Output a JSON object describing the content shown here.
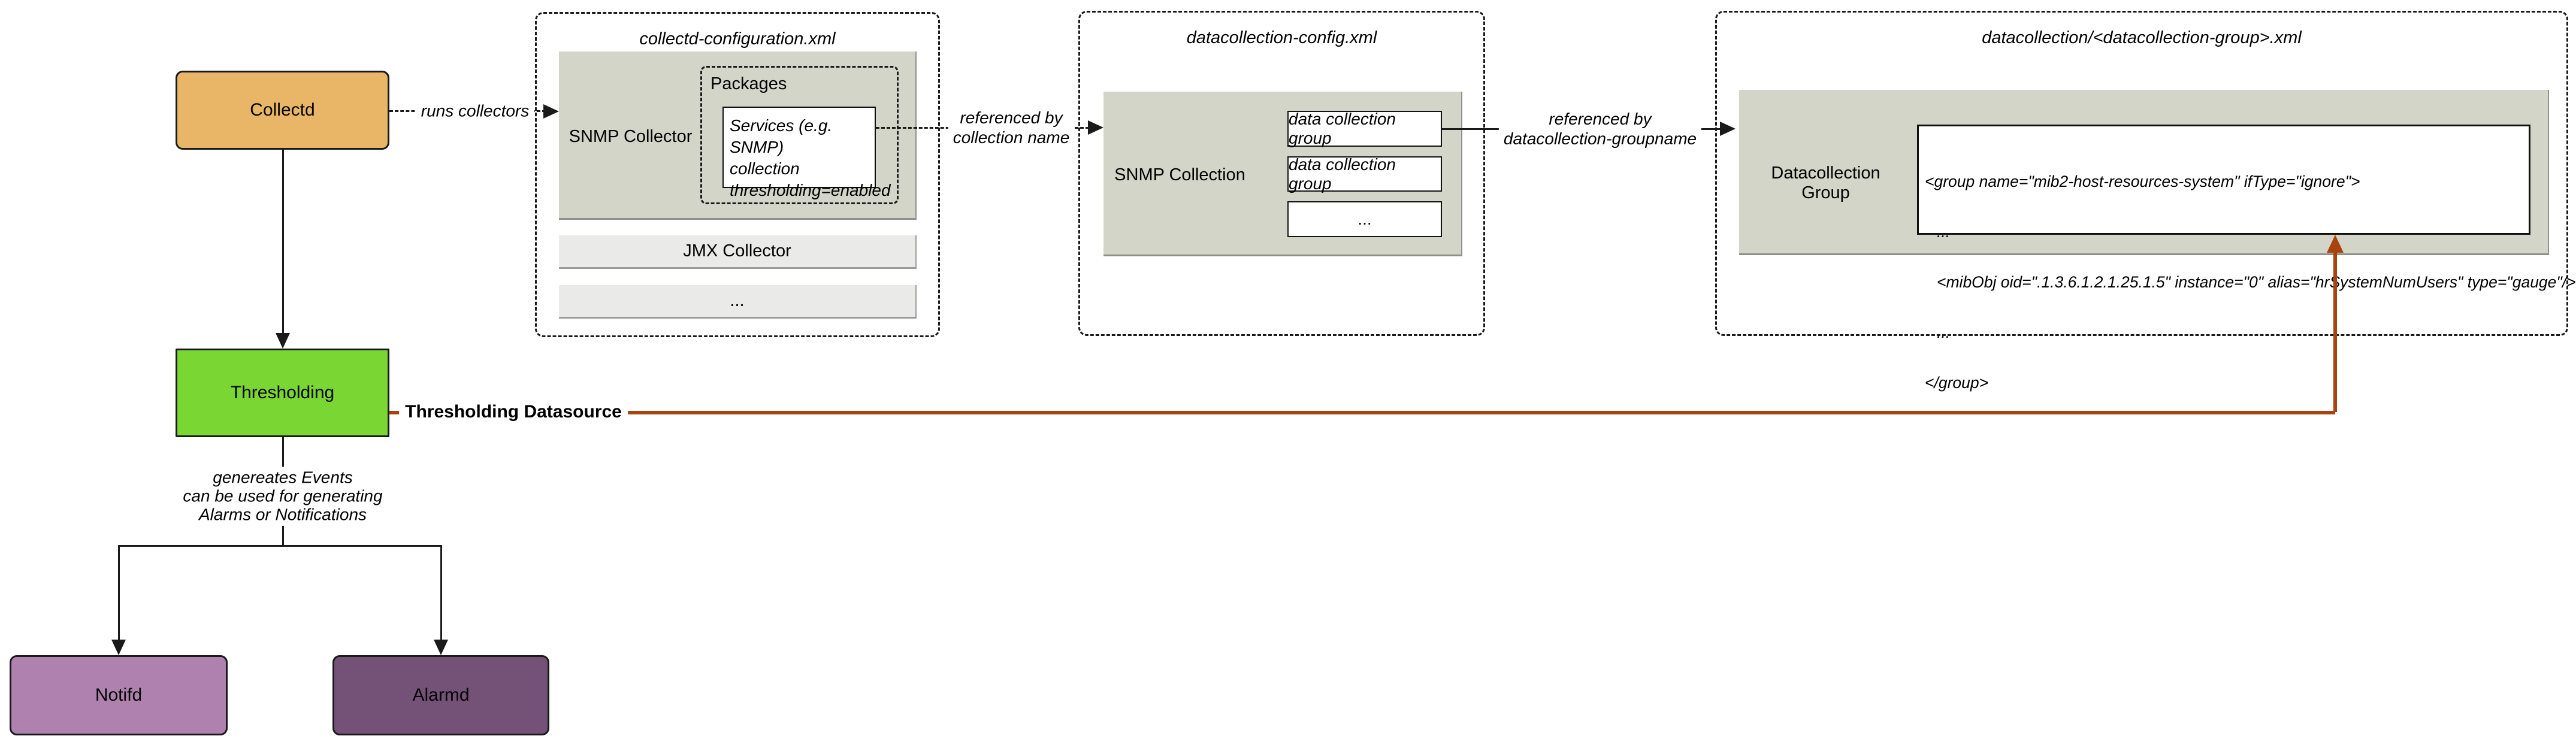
{
  "colors": {
    "orange": "#E8B666",
    "green": "#7AD733",
    "lpurple": "#AE81AF",
    "dpurple": "#745277",
    "grey": "#D3D5C9",
    "greyedge": "#8F9189",
    "lgrey": "#EAEAE8",
    "lgreyedge": "#9B9B9B",
    "red": "#A8430D",
    "ink": "#1A1A1A"
  },
  "nodes": {
    "collectd": {
      "label": "Collectd"
    },
    "thresholding": {
      "label": "Thresholding"
    },
    "notifd": {
      "label": "Notifd"
    },
    "alarmd": {
      "label": "Alarmd"
    }
  },
  "collectd_configuration": {
    "title": "collectd-configuration.xml",
    "snmp_collector": {
      "label": "SNMP Collector",
      "packages": {
        "label": "Packages",
        "services_lines": [
          "Services (e.g. SNMP)",
          "collection",
          "thresholding=enabled"
        ]
      }
    },
    "jmx_collector": {
      "label": "JMX Collector"
    },
    "more": "..."
  },
  "datacollection_config": {
    "title": "datacollection-config.xml",
    "snmp_collection": {
      "label": "SNMP Collection",
      "groups": [
        "data collection group",
        "data collection group",
        "..."
      ]
    }
  },
  "datacollection_group_file": {
    "title": "datacollection/<datacollection-group>.xml",
    "group_label": "Datacollection Group",
    "code_lines": [
      "<group name=\"mib2-host-resources-system\" ifType=\"ignore\">",
      "...",
      "<mibObj oid=\".1.3.6.1.2.1.25.1.5\" instance=\"0\" alias=\"hrSystemNumUsers\" type=\"gauge\"/>",
      "...",
      "</group>"
    ]
  },
  "edges": {
    "runs_collectors": "runs collectors",
    "referenced_by_collection": [
      "referenced by",
      "collection name"
    ],
    "referenced_by_group": [
      "referenced by",
      "datacollection-groupname"
    ],
    "thresholding_datasource": "Thresholding Datasource",
    "generates_events": [
      "genereates Events",
      "can be used for generating",
      "Alarms or Notifications"
    ]
  }
}
